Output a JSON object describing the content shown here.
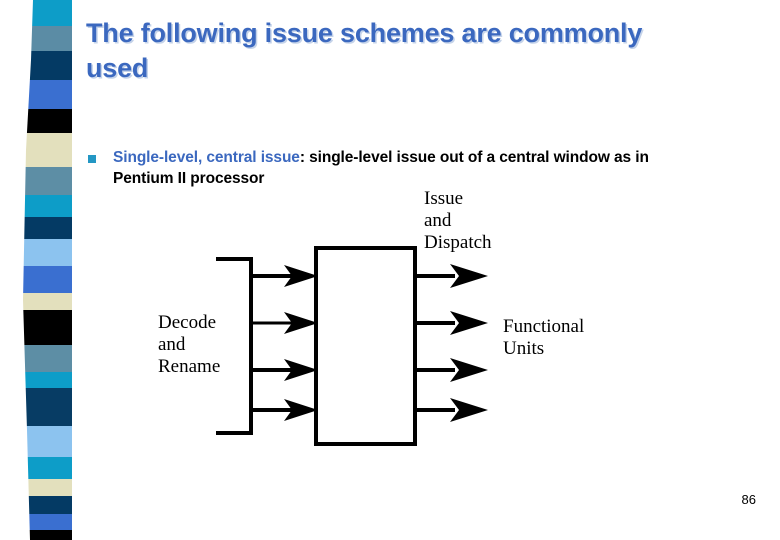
{
  "slide": {
    "title": "The following issue schemes are commonly used",
    "page_number": "86"
  },
  "bullet": {
    "marker": "square-bullet",
    "marker_color": "#2397c4",
    "highlight": "Single-level, central issue",
    "highlight_color": "#3b68bf",
    "rest": ": single-level issue out of a central window as in Pentium II processor"
  },
  "diagram": {
    "labels": {
      "issue_dispatch": "Issue\nand\nDispatch",
      "issue_dispatch_lines": [
        "Issue",
        "and",
        "Dispatch"
      ],
      "decode_rename_lines": [
        "Decode",
        "and",
        "Rename"
      ],
      "functional_units_lines": [
        "Functional",
        "Units"
      ]
    },
    "in_arrow_count": 4,
    "out_arrow_count": 4,
    "stroke_color": "#000000"
  },
  "side_stripe": {
    "colors": [
      "#0d9dc8",
      "#5b8ca5",
      "#043a64",
      "#3a6fd0",
      "#000000",
      "#e3e0bd",
      "#5d8ea5",
      "#0d9dc8",
      "#043a64",
      "#8cc3ef",
      "#3a6fd0",
      "#e3e0bd",
      "#000000",
      "#5d8ea5",
      "#0d9dc8",
      "#073c64",
      "#8cc3ef",
      "#0d9dc8",
      "#e3e0bd",
      "#043a64",
      "#3a6fd0",
      "#000000"
    ]
  },
  "theme": {
    "background": "#ffffff",
    "title_color": "#3b68bf",
    "text_color": "#000000"
  }
}
